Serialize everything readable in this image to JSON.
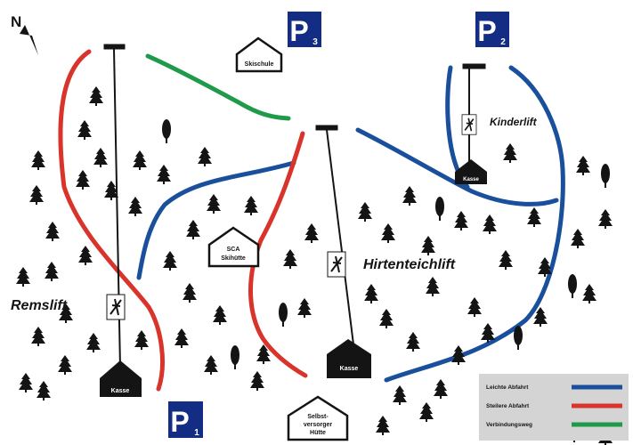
{
  "north": {
    "letter": "N"
  },
  "parking": [
    {
      "letter": "P",
      "number": "1"
    },
    {
      "letter": "P",
      "number": "2"
    },
    {
      "letter": "P",
      "number": "3"
    }
  ],
  "lifts": {
    "remslift": "Remslift",
    "hirtenteich": "Hirtenteichlift",
    "kinder": "Kinderlift"
  },
  "buildings": {
    "kasse": "Kasse",
    "skischule": "Skischule",
    "sca_line1": "SCA",
    "sca_line2": "Skihütte",
    "huette_line1": "Selbst-",
    "huette_line2": "versorger",
    "huette_line3": "Hütte"
  },
  "legend": {
    "items": [
      {
        "label": "Leichte Abfahrt",
        "color": "#1a4f9c"
      },
      {
        "label": "Steilere Abfahrt",
        "color": "#d9342b"
      },
      {
        "label": "Verbindungsweg",
        "color": "#1f9a4a"
      }
    ]
  },
  "colors": {
    "parking": "#142d84",
    "blue_run": "#1a4f9c",
    "red_run": "#d9342b",
    "green_path": "#1f9a4a",
    "ink": "#141414"
  }
}
